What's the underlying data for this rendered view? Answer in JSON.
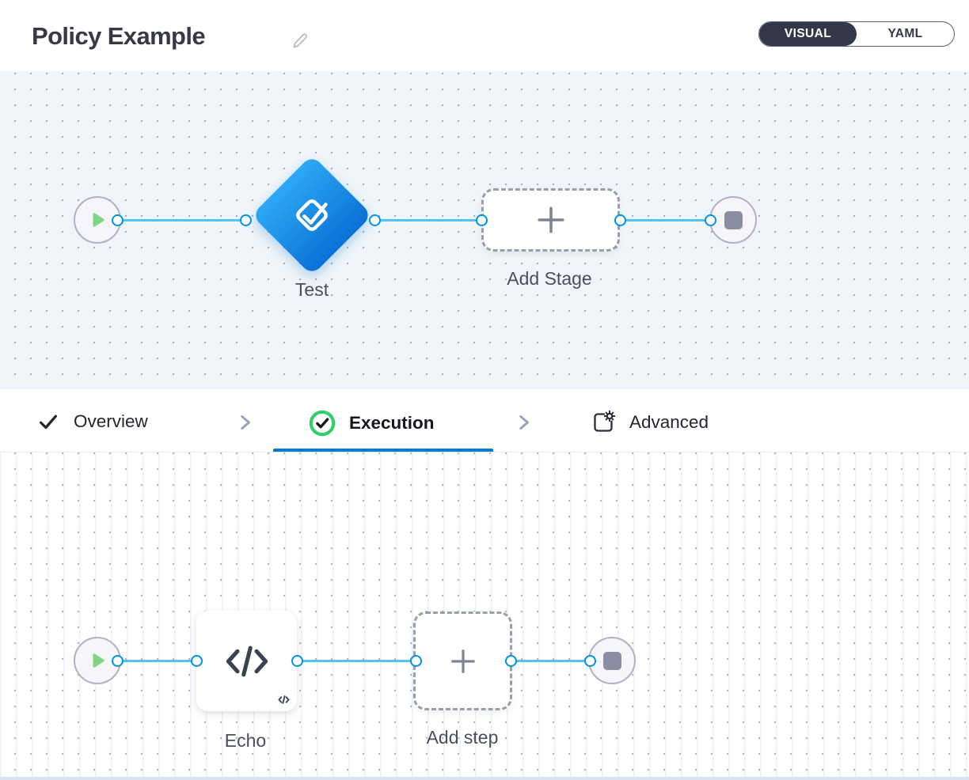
{
  "header": {
    "title": "Policy Example",
    "edit_icon": "pencil-icon",
    "view_toggle": {
      "options": [
        "VISUAL",
        "YAML"
      ],
      "selected": "VISUAL"
    }
  },
  "stage_pipeline": {
    "start_node": "play",
    "stage": {
      "name": "Test",
      "icon": "policy-check-diamond"
    },
    "add_stage": {
      "label": "Add Stage",
      "icon": "plus"
    },
    "end_node": "stop"
  },
  "tabs": [
    {
      "label": "Overview",
      "icon": "checkmark",
      "active": false
    },
    {
      "label": "Execution",
      "icon": "check-circle-green",
      "active": true
    },
    {
      "label": "Advanced",
      "icon": "panel-gear",
      "active": false
    }
  ],
  "step_pipeline": {
    "start_node": "play",
    "step": {
      "name": "Echo",
      "icon": "code-brackets"
    },
    "add_step": {
      "label": "Add step",
      "icon": "plus"
    },
    "end_node": "stop"
  },
  "colors": {
    "accent_blue": "#0b79d2",
    "connector_blue": "#55c2f0",
    "port_border": "#0092e4",
    "stage_gradient_start": "#2ea9f4",
    "stage_gradient_end": "#0a70d6",
    "success_green": "#33d06a",
    "play_green": "#7ed584",
    "stop_gray": "#8b8da3",
    "toggle_dark": "#343748",
    "stage_canvas_tint": "#eff5f9"
  }
}
